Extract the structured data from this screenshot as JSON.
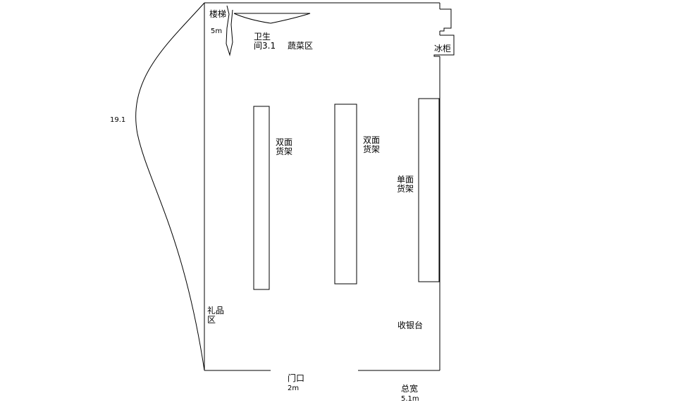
{
  "plan": {
    "stairs": "楼梯",
    "stairs_size": "5m",
    "toilet_line1": "卫生",
    "toilet_line2": "间3.1",
    "vegetable_area": "蔬菜区",
    "fridge": "冰柜",
    "depth": "19.1",
    "shelf1_line1": "双面",
    "shelf1_line2": "货架",
    "shelf2_line1": "双面",
    "shelf2_line2": "货架",
    "shelf3_line1": "单面",
    "shelf3_line2": "货架",
    "gift_line1": "礼品",
    "gift_line2": "区",
    "cashier": "收银台",
    "entrance": "门口",
    "entrance_width": "2m",
    "total_width_label": "总宽",
    "total_width": "5.1m"
  }
}
